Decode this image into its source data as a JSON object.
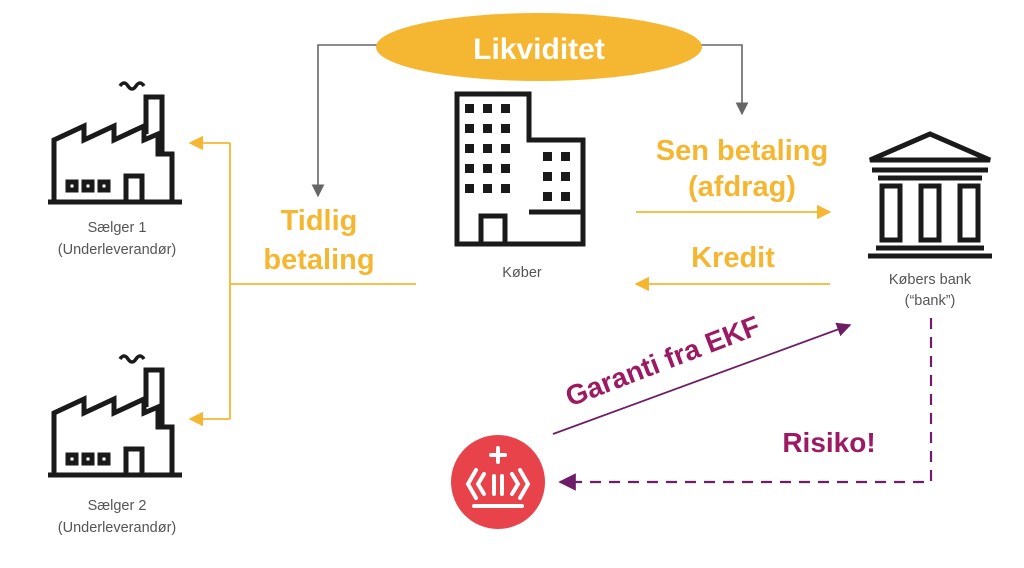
{
  "colors": {
    "orange": "#f5b731",
    "purple": "#6e1e67",
    "magenta": "#9c1a62",
    "gray_line": "#666666",
    "icon_black": "#1a1a1a",
    "ekf_red": "#e8424a"
  },
  "nodes": {
    "liquidity": {
      "label": "Likviditet",
      "icon": "ellipse-badge"
    },
    "seller1": {
      "label_line1": "Sælger 1",
      "label_line2": "(Underleverandør)",
      "icon": "factory-icon"
    },
    "seller2": {
      "label_line1": "Sælger 2",
      "label_line2": "(Underleverandør)",
      "icon": "factory-icon"
    },
    "buyer": {
      "label": "Køber",
      "icon": "office-building-icon"
    },
    "bank": {
      "label_line1": "Købers bank",
      "label_line2": "(“bank”)",
      "icon": "bank-building-icon"
    },
    "ekf": {
      "icon": "ekf-crown-logo-icon"
    }
  },
  "flows": {
    "early_payment": {
      "line1": "Tidlig",
      "line2": "betaling"
    },
    "late_payment": {
      "line1": "Sen betaling",
      "line2": "(afdrag)"
    },
    "credit": {
      "label": "Kredit"
    },
    "guarantee": {
      "label": "Garanti fra EKF"
    },
    "risk": {
      "label": "Risiko!"
    }
  }
}
